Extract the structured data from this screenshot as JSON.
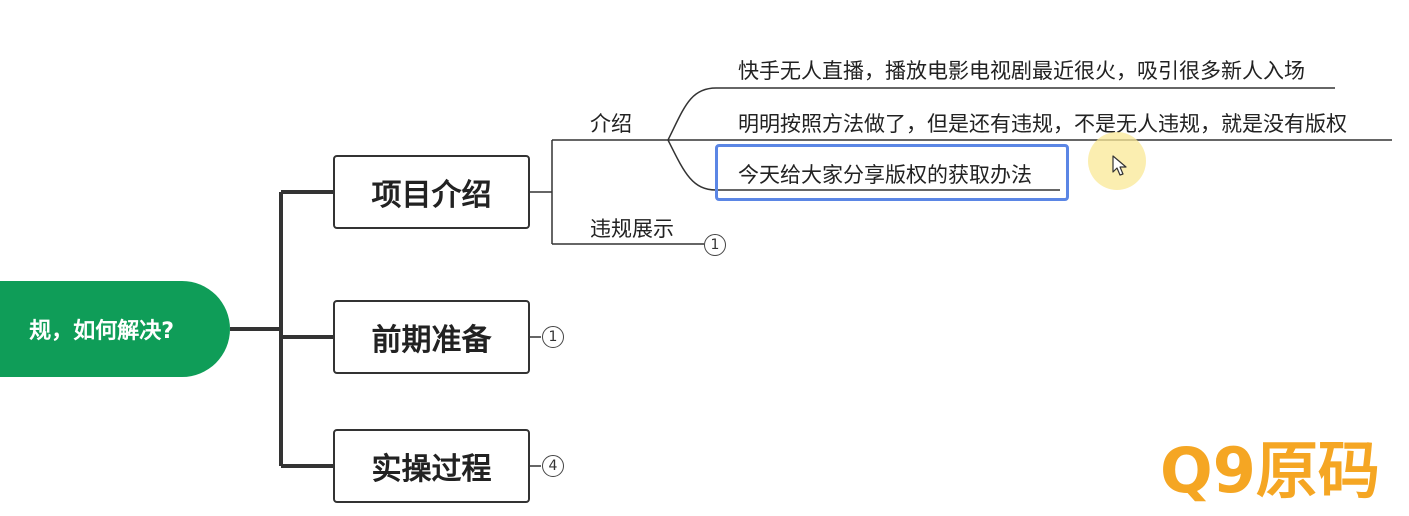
{
  "mindmap": {
    "root": {
      "text": "规，如何解决?"
    },
    "topics": [
      {
        "label": "项目介绍",
        "subtopics": [
          {
            "label": "介绍",
            "items": [
              "快手无人直播，播放电影电视剧最近很火，吸引很多新人入场",
              "明明按照方法做了，但是还有违规，不是无人违规，就是没有版权",
              "今天给大家分享版权的获取办法"
            ]
          },
          {
            "label": "违规展示",
            "collapsed_count": "1"
          }
        ]
      },
      {
        "label": "前期准备",
        "collapsed_count": "1"
      },
      {
        "label": "实操过程",
        "collapsed_count": "4"
      }
    ],
    "selected_item": "今天给大家分享版权的获取办法"
  },
  "watermark": {
    "text": "Q9原码"
  },
  "colors": {
    "root_fill": "#0f9d58",
    "line": "#333333",
    "selection": "#5b86e5",
    "watermark": "#f5a623",
    "cursor_highlight": "#fae896"
  }
}
